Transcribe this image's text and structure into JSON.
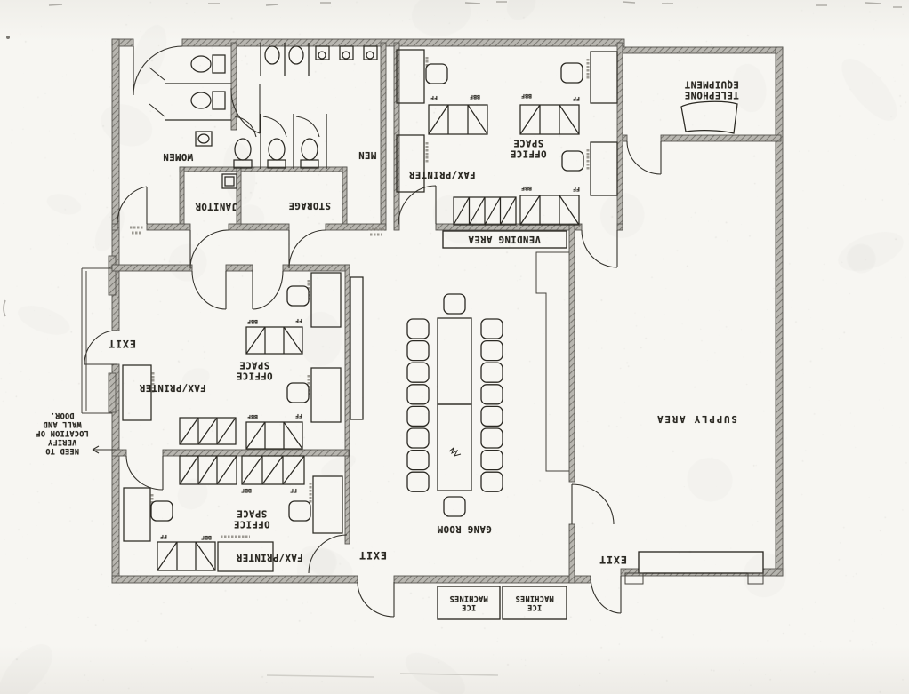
{
  "plan": {
    "rooms": {
      "women": "WOMEN",
      "men": "MEN",
      "janitor": "JANITOR",
      "storage": "STORAGE",
      "office_space_top": "OFFICE\nSPACE",
      "office_space_mid": "OFFICE\nSPACE",
      "office_space_bottom": "OFFICE\nSPACE",
      "gang_room": "GANG ROOM",
      "supply_area": "SUPPLY AREA",
      "vending_area": "VENDING AREA",
      "telephone_equipment": "TELEPHONE\nEQUIPMENT"
    },
    "equipment": {
      "fax_printer": "FAX/PRINTER",
      "ice_machines": "ICE\nMACHINES"
    },
    "exit_label": "EXIT",
    "annotation_note": "NEED TO\nVERIFY\nLOCATION OF\nWALL AND\nDOOR.",
    "desk_codes": {
      "ff": "FF",
      "bbf": "BBF"
    }
  }
}
